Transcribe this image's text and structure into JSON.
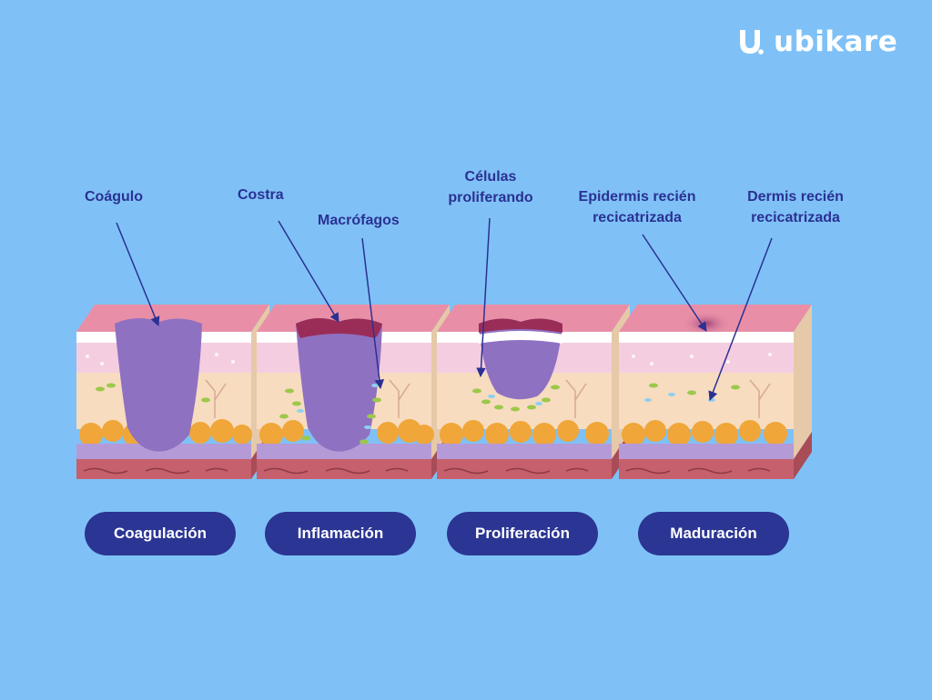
{
  "brand": {
    "logo_text": "ubikare",
    "logo_icon": "ubikare-u-logo-icon"
  },
  "labels": {
    "coagulo": "Coágulo",
    "costra": "Costra",
    "macrofagos": "Macrófagos",
    "celulas_line1": "Células",
    "celulas_line2": "proliferando",
    "epidermis_line1": "Epidermis recién",
    "epidermis_line2": "recicatrizada",
    "dermis_line1": "Dermis recién",
    "dermis_line2": "recicatrizada"
  },
  "stages": [
    {
      "label": "Coagulación"
    },
    {
      "label": "Inflamación"
    },
    {
      "label": "Proliferación"
    },
    {
      "label": "Maduración"
    }
  ],
  "colors": {
    "background": "#7fc1f7",
    "text": "#2a3192",
    "pill": "#2b3593",
    "skin_top": "#e88fa7",
    "dermis": "#f7dcc0",
    "fat": "#f0a638",
    "muscle_band": "#b59ad8",
    "muscle": "#c6606c",
    "wound": "#8f71c2"
  }
}
